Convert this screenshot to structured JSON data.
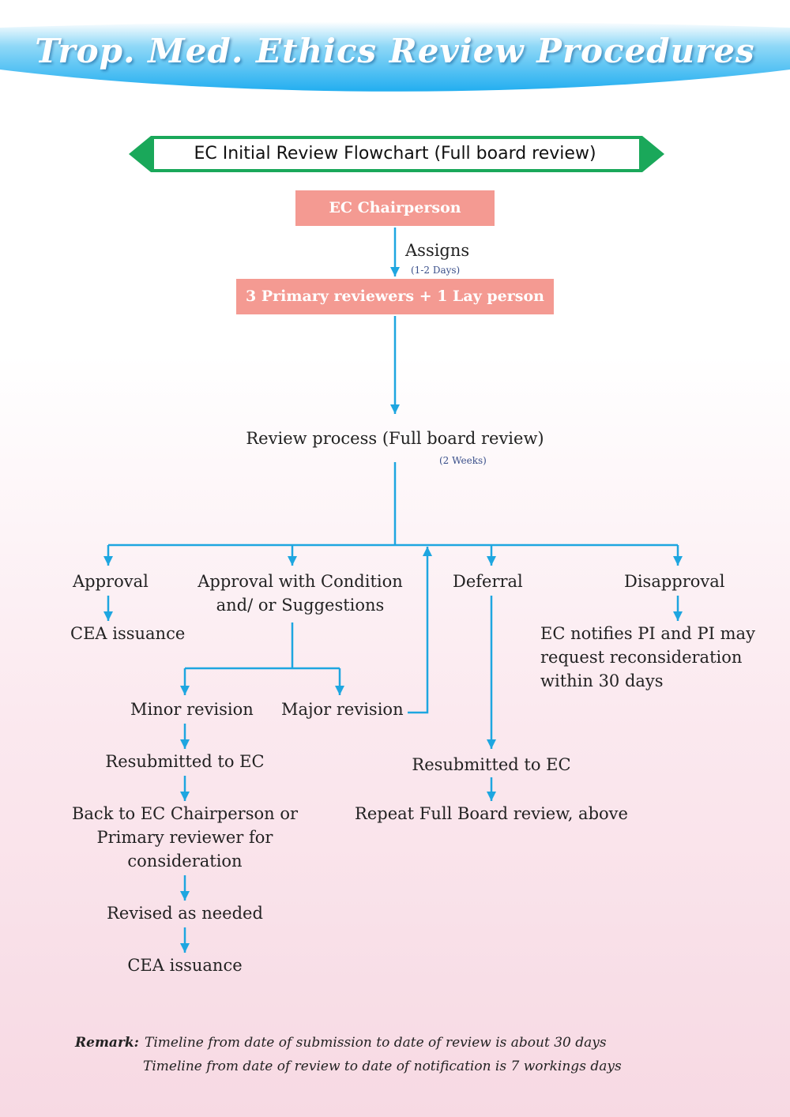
{
  "header": {
    "title": "Trop. Med. Ethics Review Procedures"
  },
  "banner": {
    "label": "EC Initial Review Flowchart (Full board review)"
  },
  "colors": {
    "banner_green": "#1aa85a",
    "box_pink": "#f49a92",
    "arrow_blue": "#1ea6e0",
    "header_blue": "#2eb6ee"
  },
  "nodes": {
    "chairperson": "EC Chairperson",
    "assigns": "Assigns",
    "assigns_time": "(1-2 Days)",
    "reviewers": "3 Primary reviewers + 1 Lay person",
    "review_process": "Review process (Full board review)",
    "review_time": "(2 Weeks)",
    "approval": "Approval",
    "approval_cea": "CEA issuance",
    "approval_condition_1": "Approval with Condition",
    "approval_condition_2": "and/ or Suggestions",
    "deferral": "Deferral",
    "disapproval": "Disapproval",
    "disapproval_note_1": "EC notifies PI and PI may",
    "disapproval_note_2": "request reconsideration",
    "disapproval_note_3": "within 30 days",
    "minor_revision": "Minor revision",
    "major_revision": "Major revision",
    "minor_resubmitted": "Resubmitted to EC",
    "back_to_ec_1": "Back to EC Chairperson or",
    "back_to_ec_2": "Primary reviewer for",
    "back_to_ec_3": "consideration",
    "revised": "Revised as needed",
    "minor_cea": "CEA issuance",
    "deferral_resubmitted": "Resubmitted to EC",
    "repeat_review": "Repeat Full Board review, above"
  },
  "remark": {
    "label": "Remark:",
    "line1": "Timeline from date of submission to date of review is about 30 days",
    "line2": "Timeline from date of review to date of notification is 7 workings days"
  }
}
